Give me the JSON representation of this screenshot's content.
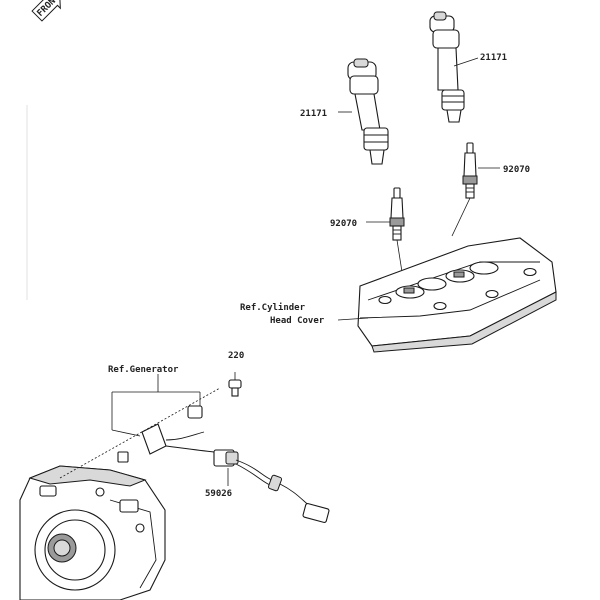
{
  "orientation": {
    "label": "FRONT"
  },
  "parts": {
    "coil_right": "21171",
    "coil_left": "21171",
    "plug_right": "92070",
    "plug_left": "92070",
    "bolt": "220",
    "sensor": "59026"
  },
  "refs": {
    "cylinder_head_line1": "Ref.Cylinder",
    "cylinder_head_line2": "Head Cover",
    "generator": "Ref.Generator"
  }
}
